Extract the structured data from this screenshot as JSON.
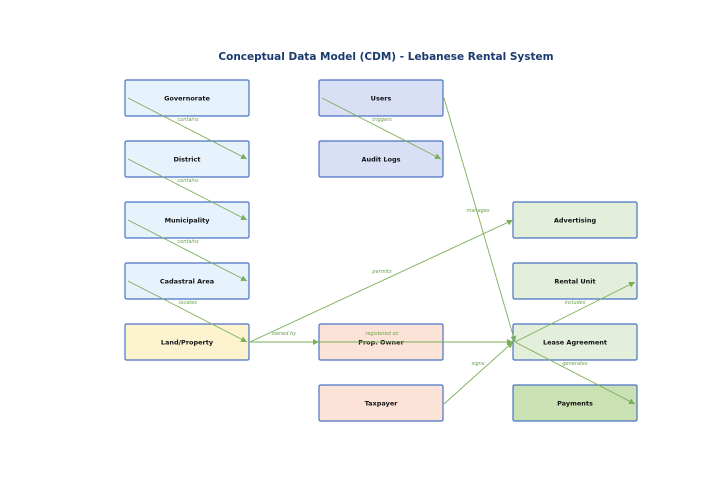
{
  "title": "Conceptual Data Model (CDM) - Lebanese Rental System",
  "colors": {
    "edge": "#7aae59",
    "edge_label": "#6a9f4a",
    "entity_border": "#4a72c4",
    "title": "#1a3a6e"
  },
  "entities": [
    {
      "id": "governorate",
      "label": "Governorate",
      "fill": "#e6f2fc"
    },
    {
      "id": "district",
      "label": "District",
      "fill": "#e6f2fc"
    },
    {
      "id": "municipality",
      "label": "Municipality",
      "fill": "#e6f2fc"
    },
    {
      "id": "cadastral_area",
      "label": "Cadastral Area",
      "fill": "#e6f2fc"
    },
    {
      "id": "land_property",
      "label": "Land/Property",
      "fill": "#fdf3cf"
    },
    {
      "id": "users",
      "label": "Users",
      "fill": "#d9e0f5"
    },
    {
      "id": "audit_logs",
      "label": "Audit Logs",
      "fill": "#d9e0f5"
    },
    {
      "id": "prop_owner",
      "label": "Prop. Owner",
      "fill": "#fce3d8"
    },
    {
      "id": "taxpayer",
      "label": "Taxpayer",
      "fill": "#fce3d8"
    },
    {
      "id": "advertising",
      "label": "Advertising",
      "fill": "#e3eedb"
    },
    {
      "id": "rental_unit",
      "label": "Rental Unit",
      "fill": "#e3eedb"
    },
    {
      "id": "lease_agreement",
      "label": "Lease Agreement",
      "fill": "#e3eedb"
    },
    {
      "id": "payments",
      "label": "Payments",
      "fill": "#c9e1b3"
    }
  ],
  "relationships": [
    {
      "from": "governorate",
      "to": "district",
      "label": "contains"
    },
    {
      "from": "district",
      "to": "municipality",
      "label": "contains"
    },
    {
      "from": "municipality",
      "to": "cadastral_area",
      "label": "contains"
    },
    {
      "from": "cadastral_area",
      "to": "land_property",
      "label": "locates"
    },
    {
      "from": "users",
      "to": "audit_logs",
      "label": "triggers"
    },
    {
      "from": "users",
      "to": "lease_agreement",
      "label": "manages"
    },
    {
      "from": "land_property",
      "to": "advertising",
      "label": "permits"
    },
    {
      "from": "land_property",
      "to": "prop_owner",
      "label": "owned by"
    },
    {
      "from": "land_property",
      "to": "lease_agreement",
      "label": "registered on"
    },
    {
      "from": "lease_agreement",
      "to": "rental_unit",
      "label": "includes"
    },
    {
      "from": "lease_agreement",
      "to": "payments",
      "label": "generates"
    },
    {
      "from": "taxpayer",
      "to": "lease_agreement",
      "label": "signs"
    }
  ]
}
